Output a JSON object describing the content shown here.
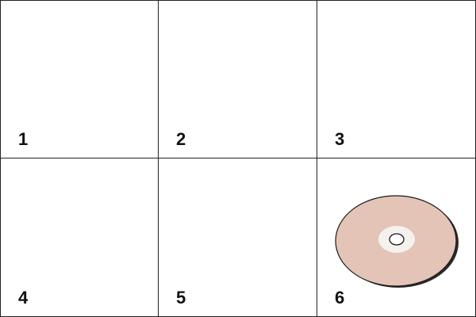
{
  "panels": [
    {
      "label": "1"
    },
    {
      "label": "2"
    },
    {
      "label": "3"
    },
    {
      "label": "4"
    },
    {
      "label": "5"
    },
    {
      "label": "6",
      "icon": "cd-disc-icon"
    }
  ],
  "colors": {
    "disc_fill": "#e3c4b7",
    "disc_hub": "#f4f1ef",
    "outline": "#1a1a1a"
  }
}
